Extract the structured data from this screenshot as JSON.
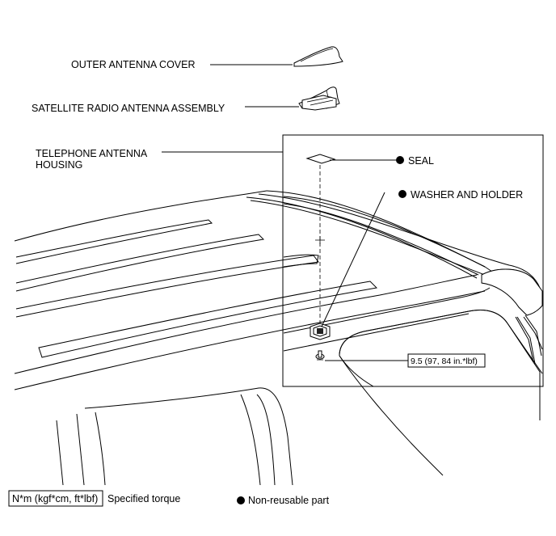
{
  "callouts": {
    "outer_cover": "OUTER ANTENNA COVER",
    "satellite_assembly": "SATELLITE RADIO ANTENNA ASSEMBLY",
    "telephone_housing_line1": "TELEPHONE ANTENNA",
    "telephone_housing_line2": "HOUSING",
    "seal": "SEAL",
    "washer_holder": "WASHER AND HOLDER",
    "torque_value": "9.5 (97, 84 in.*lbf)"
  },
  "legend": {
    "torque_unit": "N*m (kgf*cm, ft*lbf)",
    "torque_desc": "Specified torque",
    "nonreusable": "Non-reusable part"
  }
}
